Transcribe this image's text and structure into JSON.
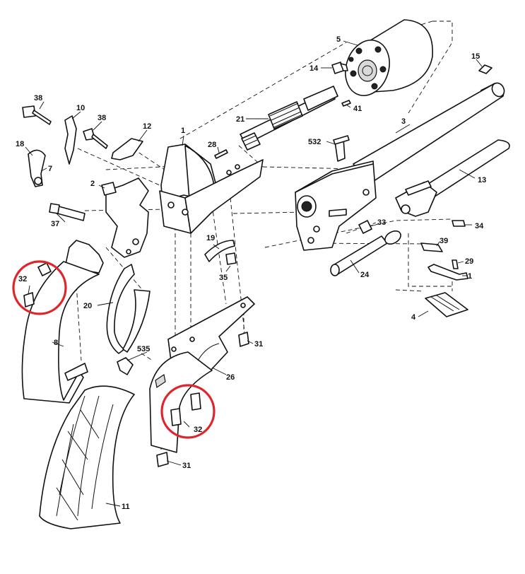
{
  "colors": {
    "highlight": "#e0242c",
    "ink": "#111111",
    "background": "#ffffff"
  },
  "labels": {
    "p1": "1",
    "p1b": "1",
    "p2": "2",
    "p3": "3",
    "p4": "4",
    "p5": "5",
    "p7": "7",
    "p8": "8",
    "p10": "10",
    "p11": "11",
    "p12": "12",
    "p13": "13",
    "p14": "14",
    "p15": "15",
    "p18": "18",
    "p19": "19",
    "p20": "20",
    "p21": "21",
    "p24": "24",
    "p26": "26",
    "p28": "28",
    "p29": "29",
    "p31a": "31",
    "p31b": "31",
    "p32a": "32",
    "p32b": "32",
    "p33": "33",
    "p34": "34",
    "p35": "35",
    "p37": "37",
    "p38a": "38",
    "p38b": "38",
    "p39": "39",
    "p41": "41",
    "p532": "532",
    "p535": "535"
  }
}
